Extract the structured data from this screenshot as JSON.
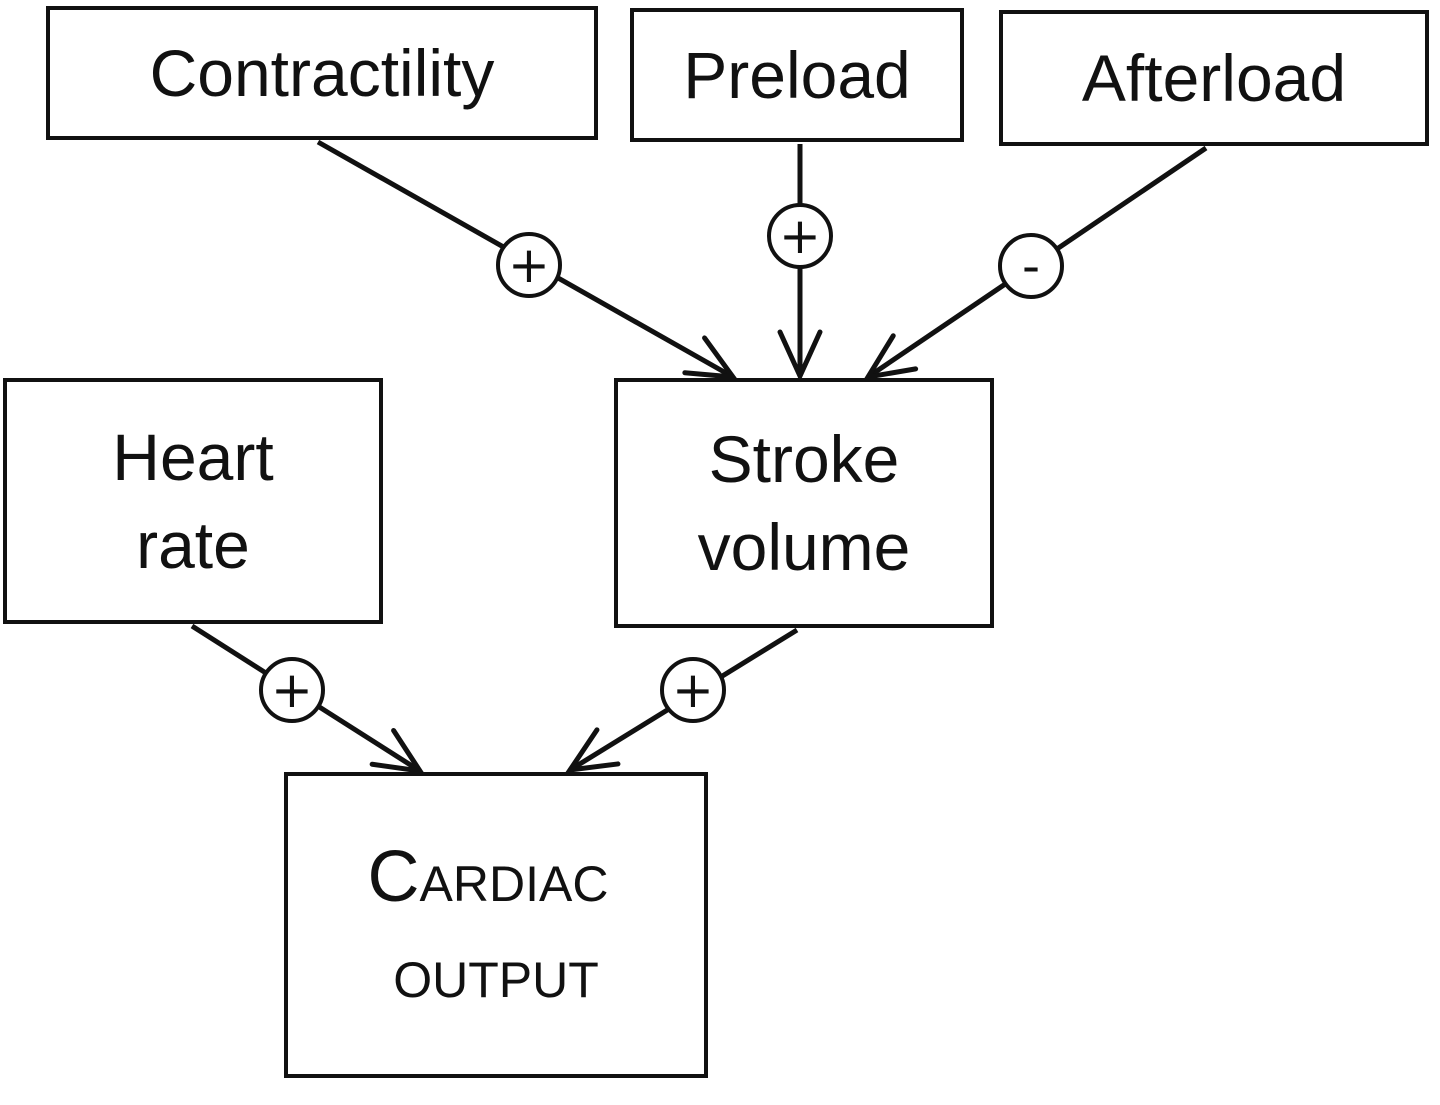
{
  "nodes": {
    "contractility": {
      "label": "Contractility"
    },
    "preload": {
      "label": "Preload"
    },
    "afterload": {
      "label": "Afterload"
    },
    "heart_rate": {
      "line1": "Heart",
      "line2": "rate"
    },
    "stroke_volume": {
      "line1": "Stroke",
      "line2": "volume"
    },
    "cardiac_output": {
      "line1": "Cardiac",
      "line2": "output"
    }
  },
  "edges": [
    {
      "from": "Contractility",
      "to": "Stroke volume",
      "sign": "+"
    },
    {
      "from": "Preload",
      "to": "Stroke volume",
      "sign": "+"
    },
    {
      "from": "Afterload",
      "to": "Stroke volume",
      "sign": "-"
    },
    {
      "from": "Heart rate",
      "to": "Cardiac output",
      "sign": "+"
    },
    {
      "from": "Stroke volume",
      "to": "Cardiac output",
      "sign": "+"
    }
  ],
  "colors": {
    "line": "#111111",
    "background": "#ffffff"
  }
}
